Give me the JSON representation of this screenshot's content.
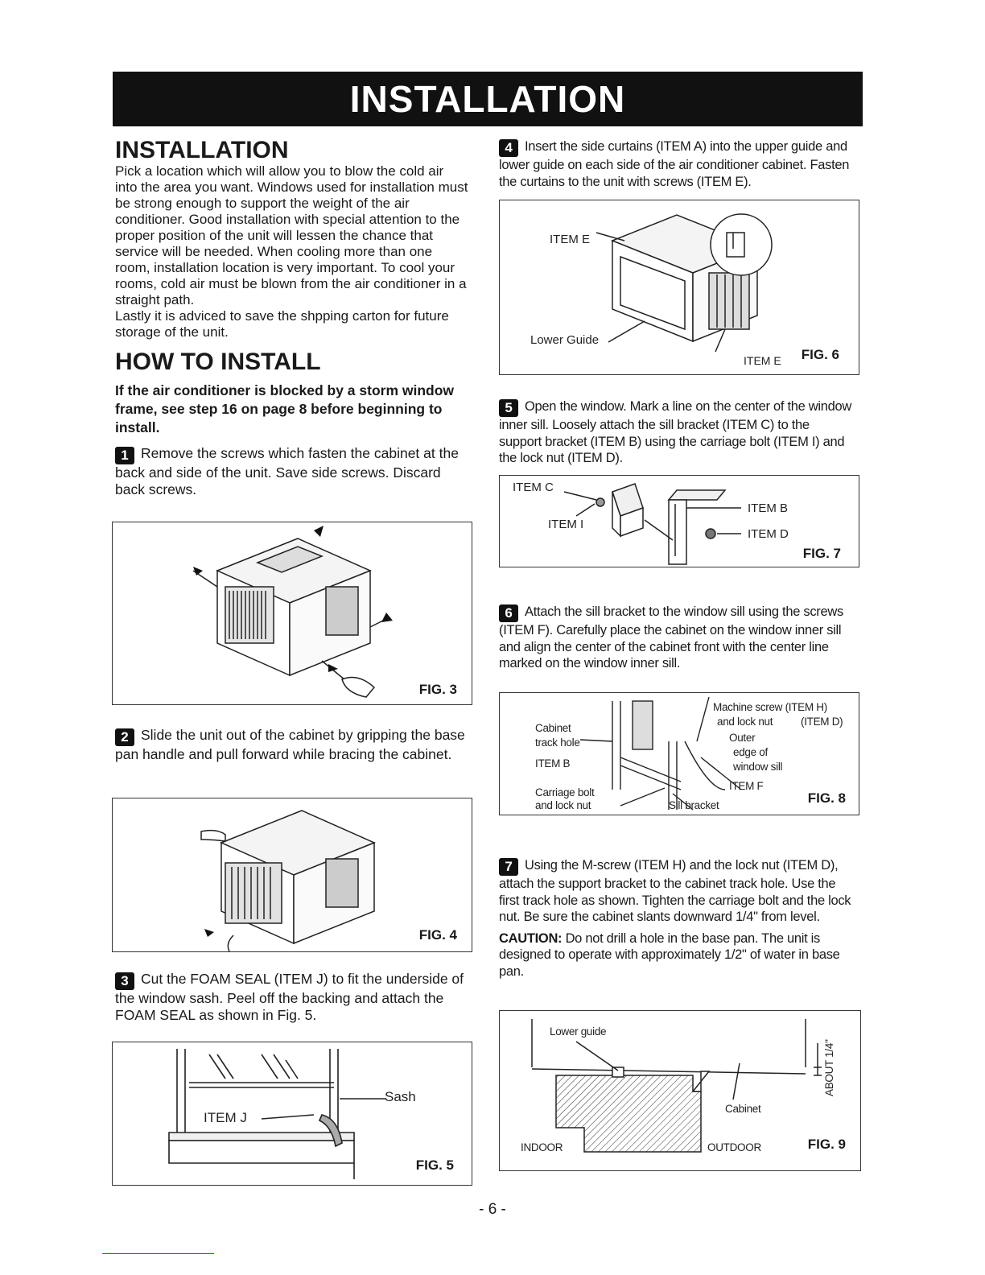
{
  "banner": "INSTALLATION",
  "left": {
    "installation_heading": "INSTALLATION",
    "installation_body": "Pick a location which will allow you to blow the cold air into the area you want. Windows used for installation must be strong enough to support the weight of the air conditioner. Good installation with special attention to the proper position of the unit will lessen the chance that service will be needed. When cooling more than one room, installation location is very important. To cool your rooms, cold air must be blown from the air conditioner in a straight path.",
    "installation_body2": "Lastly it is adviced to save the shpping carton for future storage of the unit.",
    "howto_heading": "HOW TO INSTALL",
    "storm_note": "If the air conditioner is blocked by a storm window frame, see step 16 on page 8 before beginning to install.",
    "step1": {
      "num": "1",
      "text": "Remove the screws which fasten the cabinet at the back and side of the unit. Save side screws. Discard back screws."
    },
    "fig3": "FIG. 3",
    "step2": {
      "num": "2",
      "text": "Slide the unit out of the cabinet by gripping the base pan handle and pull forward while bracing the cabinet."
    },
    "fig4": "FIG. 4",
    "step3": {
      "num": "3",
      "text": "Cut the FOAM SEAL (ITEM J) to fit the underside of the window sash. Peel off the backing and attach the FOAM SEAL as shown in Fig. 5."
    },
    "fig5": {
      "label": "FIG. 5",
      "sash": "Sash",
      "item_j": "ITEM J"
    }
  },
  "right": {
    "step4": {
      "num": "4",
      "text": "Insert the side curtains (ITEM A) into the upper guide and lower guide on each side of the air conditioner cabinet. Fasten the curtains to the unit with screws (ITEM E)."
    },
    "fig6": {
      "label": "FIG. 6",
      "item_e_top": "ITEM E",
      "lower_guide": "Lower Guide",
      "item_e_bottom": "ITEM E"
    },
    "step5": {
      "num": "5",
      "text": "Open the window. Mark a line on the center of the window inner sill. Loosely attach the sill bracket (ITEM C) to the support bracket (ITEM B) using the carriage bolt (ITEM I) and the lock nut (ITEM D)."
    },
    "fig7": {
      "label": "FIG. 7",
      "item_c": "ITEM C",
      "item_i": "ITEM I",
      "item_b": "ITEM B",
      "item_d": "ITEM D"
    },
    "step6": {
      "num": "6",
      "text": "Attach the sill bracket to the window sill using the screws (ITEM F). Carefully place the cabinet on the window inner sill and align the center of the cabinet front with the center line marked on the window inner sill."
    },
    "fig8": {
      "label": "FIG. 8",
      "machine_screw": "Machine screw (ITEM H)",
      "lock_nut": "and lock nut",
      "item_d": "(ITEM D)",
      "cabinet": "Cabinet",
      "track_hole": "track hole",
      "item_b": "ITEM B",
      "outer": "Outer",
      "edge_of": "edge of",
      "window_sill": "window sill",
      "item_f": "ITEM F",
      "carriage_bolt": "Carriage bolt",
      "and_lock_nut": "and lock nut",
      "sill_bracket": "Sill bracket"
    },
    "step7": {
      "num": "7",
      "text": "Using the M-screw (ITEM H) and the lock nut (ITEM D), attach the support bracket to the cabinet track hole. Use the first track hole as shown. Tighten the carriage bolt and the lock nut. Be sure the cabinet slants downward 1/4\" from level."
    },
    "caution_label": "CAUTION:",
    "caution_text": "Do not drill a hole in the base pan. The unit is designed to operate with approximately 1/2\" of water in base pan.",
    "fig9": {
      "label": "FIG. 9",
      "lower_guide": "Lower guide",
      "cabinet": "Cabinet",
      "indoor": "INDOOR",
      "outdoor": "OUTDOOR",
      "about": "ABOUT 1/4\""
    }
  },
  "page_number": "- 6 -"
}
